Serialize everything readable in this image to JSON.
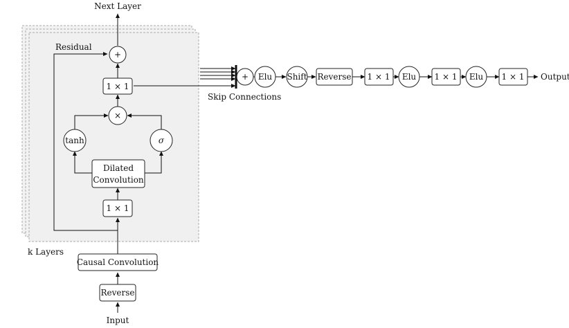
{
  "diagram": {
    "labels": {
      "next_layer": "Next Layer",
      "residual": "Residual",
      "k_layers": "k Layers",
      "skip_connections": "Skip Connections",
      "input": "Input",
      "output": "Output"
    },
    "nodes": {
      "add_residual": "+",
      "conv1x1_top": "1 × 1",
      "multiply": "×",
      "tanh": "tanh",
      "sigma": "σ",
      "dilated_line1": "Dilated",
      "dilated_line2": "Convolution",
      "conv1x1_bottom": "1 × 1",
      "causal_conv": "Causal Convolution",
      "reverse_input": "Reverse"
    },
    "output_chain": {
      "add": "+",
      "elu_1": "Elu",
      "shift": "Shift",
      "reverse": "Reverse",
      "conv1x1_a": "1 × 1",
      "elu_2": "Elu",
      "conv1x1_b": "1 × 1",
      "elu_3": "Elu",
      "conv1x1_c": "1 × 1"
    }
  }
}
